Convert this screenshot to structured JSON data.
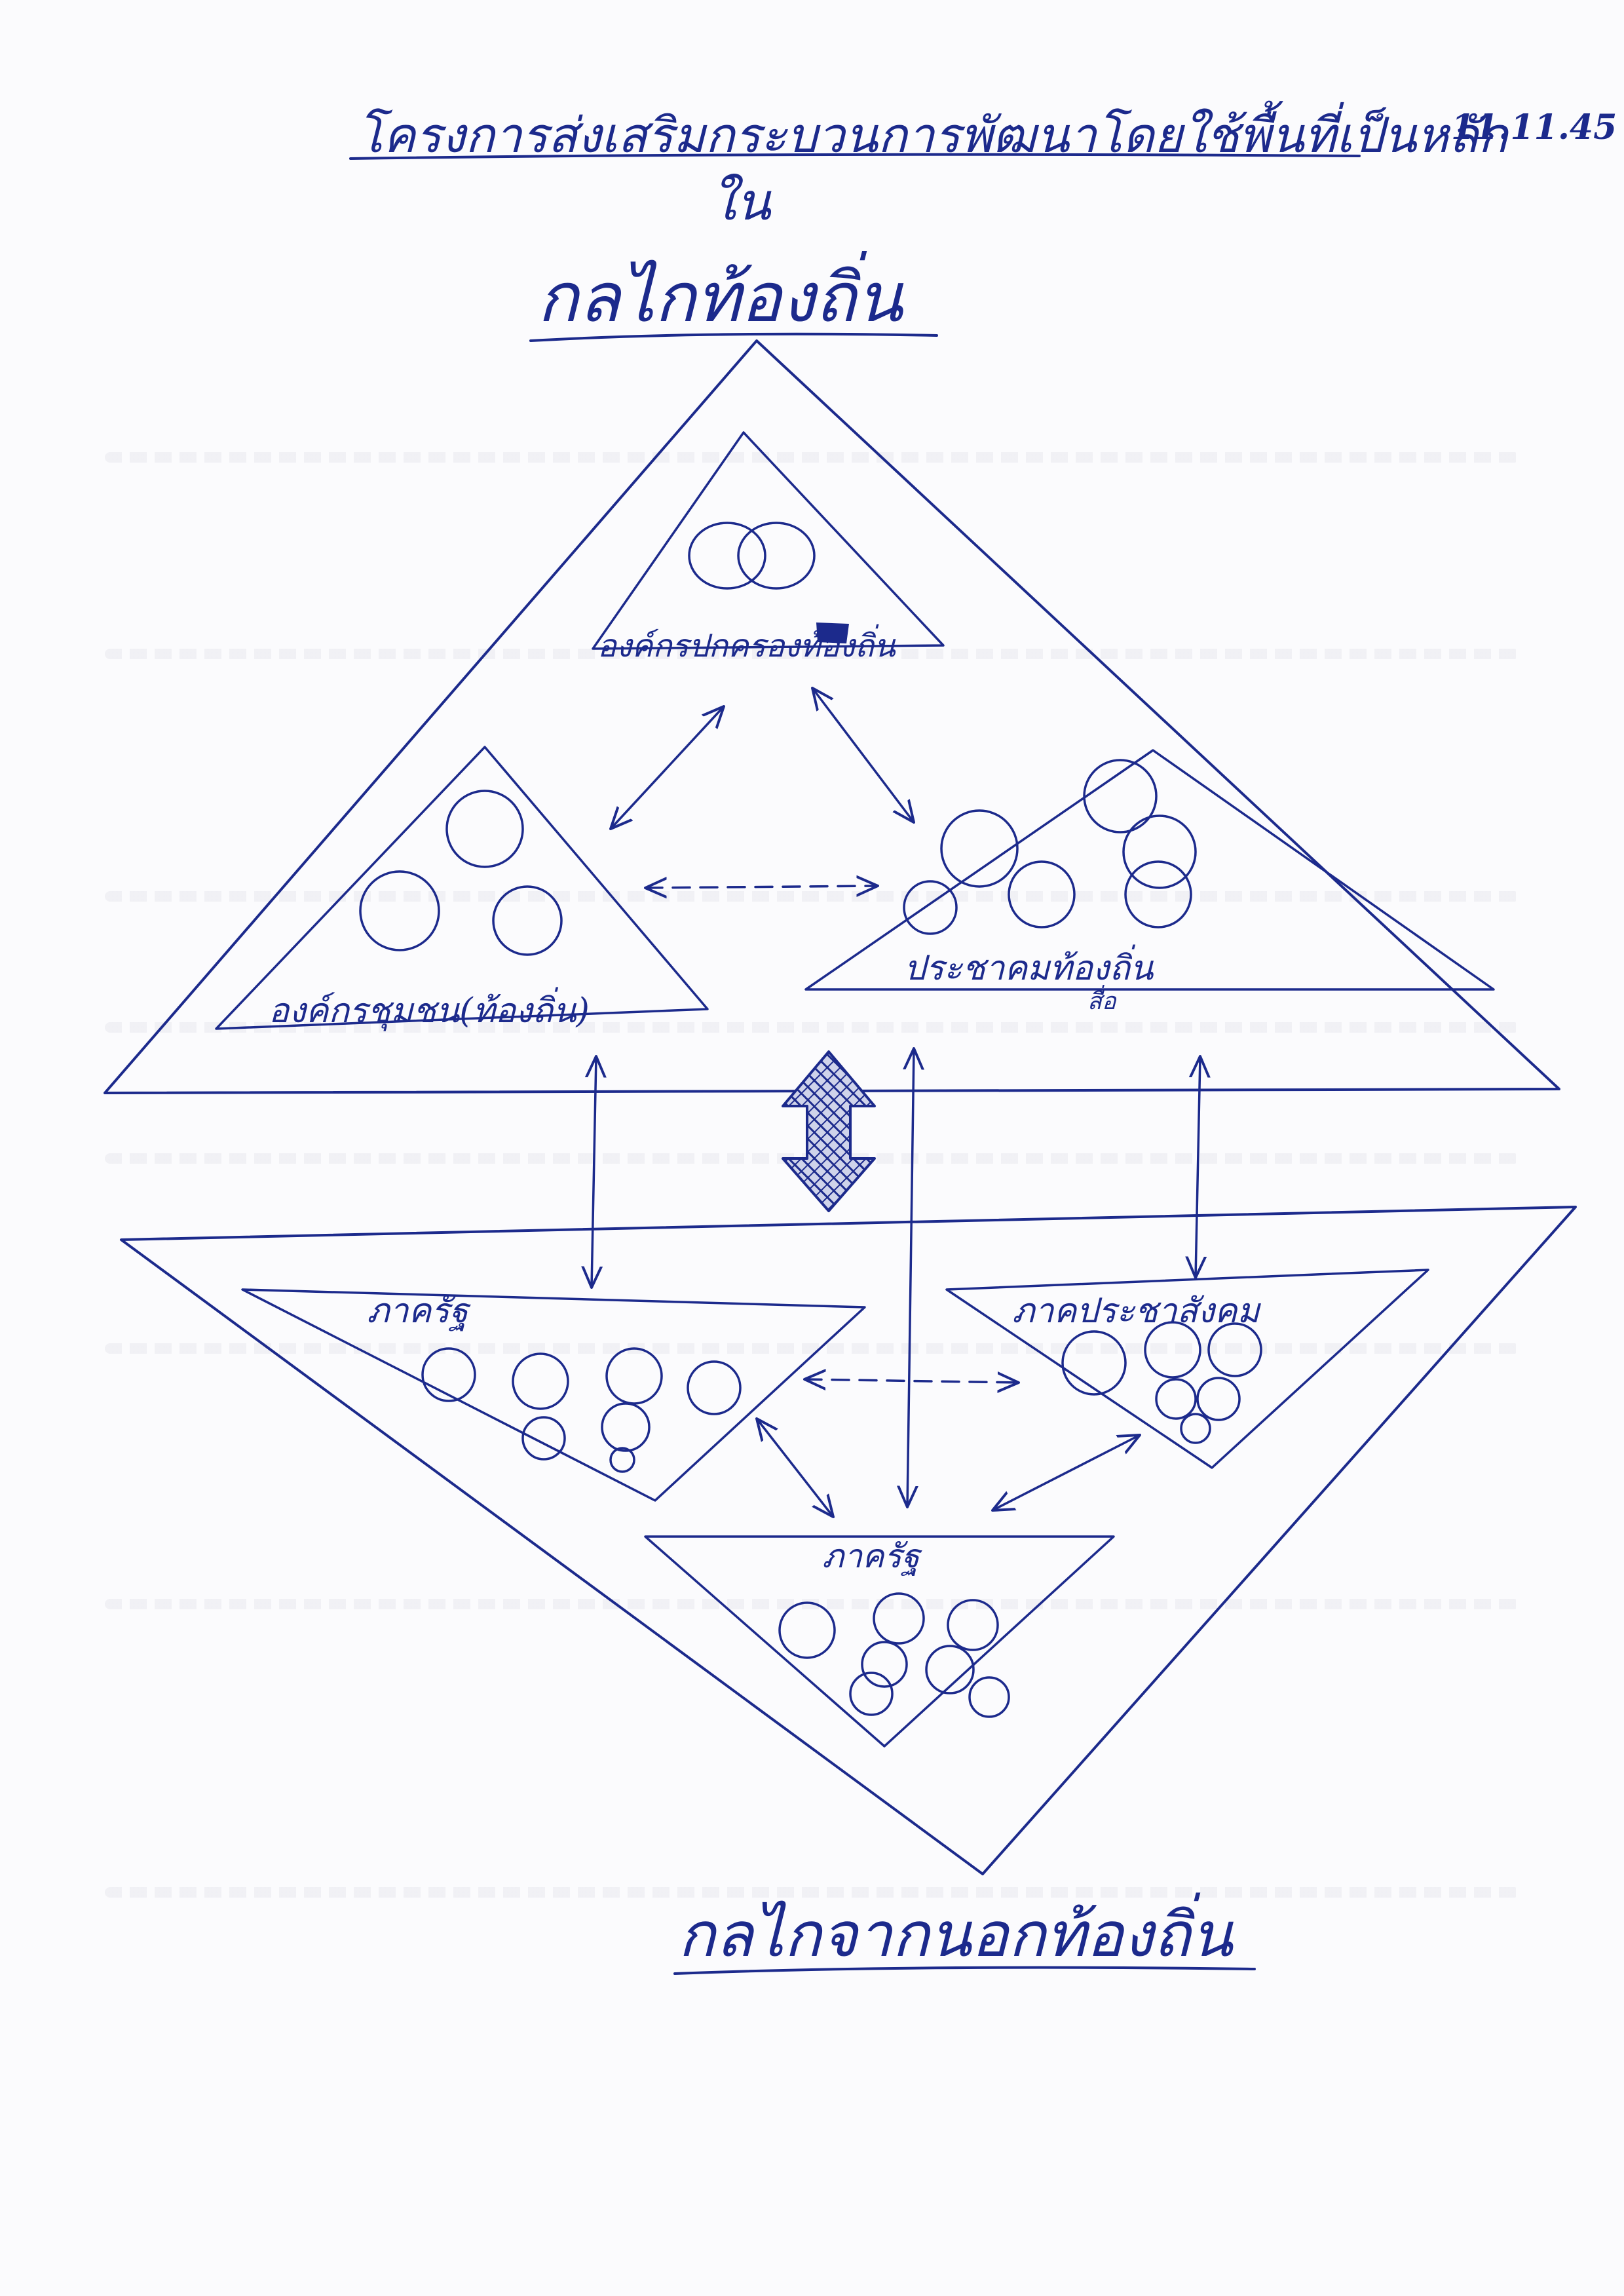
{
  "document": {
    "title": "โครงการส่งเสริมกระบวนการพัฒนาโดยใช้พื้นที่เป็นหลัก",
    "date": "11.11.45",
    "upper_heading_prefix": "ใน",
    "upper_heading": "กลไกท้องถิ่น",
    "lower_heading": "กลไกจากนอกท้องถิ่น"
  },
  "inner_groups": {
    "top": "องค์กรปกครองท้องถิ่น",
    "left": "องค์กรชุมชน(ท้องถิ่น)",
    "right": "ประชาคมท้องถิ่น",
    "right_sublabel": "สื่อ"
  },
  "outer_groups": {
    "left": "ภาครัฐ",
    "right": "ภาคประชาสังคม",
    "bottom": "ภาครัฐ"
  },
  "colors": {
    "ink": "#1c2a8c",
    "paper": "#fbfbfd"
  }
}
